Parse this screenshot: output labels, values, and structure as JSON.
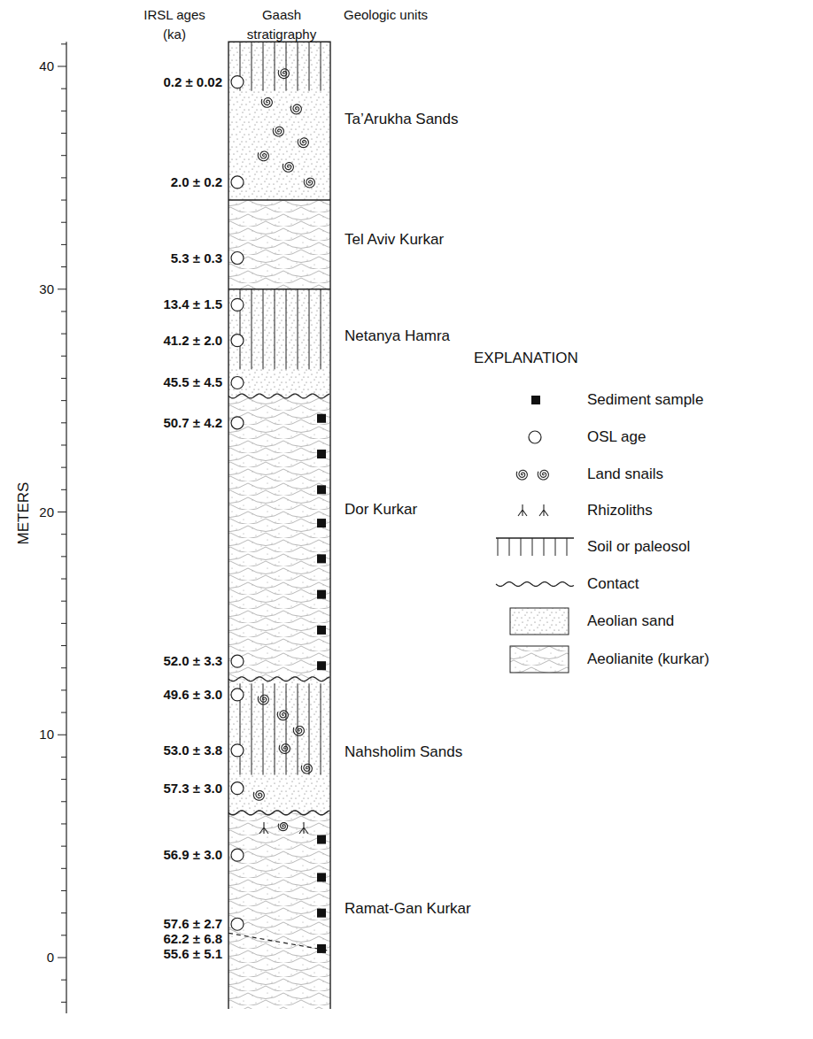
{
  "diagram": {
    "labels": [
      "IRSL ages (ka)",
      "Gaash stratigraphy",
      "Geologic units",
      "METERS",
      "40",
      "30",
      "20",
      "10",
      "0",
      "0.2 ± 0.02",
      "2.0 ± 0.2",
      "5.3 ± 0.3",
      "13.4 ± 1.5",
      "41.2 ± 2.0",
      "45.5 ± 4.5",
      "50.7 ± 4.2",
      "52.0 ± 3.3",
      "49.6 ± 3.0",
      "53.0 ± 3.8",
      "57.3 ± 3.0",
      "56.9 ± 3.0",
      "57.6 ± 2.7",
      "62.2 ± 6.8",
      "55.6 ± 5.1",
      "Ta’Arukha Sands",
      "Tel Aviv Kurkar",
      "Netanya Hamra",
      "Dor Kurkar",
      "Nahsholim Sands",
      "Ramat-Gan Kurkar",
      "EXPLANATION"
    ],
    "legend": [
      {
        "text": "Sediment sample"
      },
      {
        "text": "OSL age"
      },
      {
        "text": "Land snails"
      },
      {
        "text": "Rhizoliths"
      },
      {
        "text": "Soil or paleosol"
      },
      {
        "text": "Contact"
      },
      {
        "text": "Aeolian sand"
      },
      {
        "text": "Aeolianite (kurkar)"
      }
    ]
  }
}
